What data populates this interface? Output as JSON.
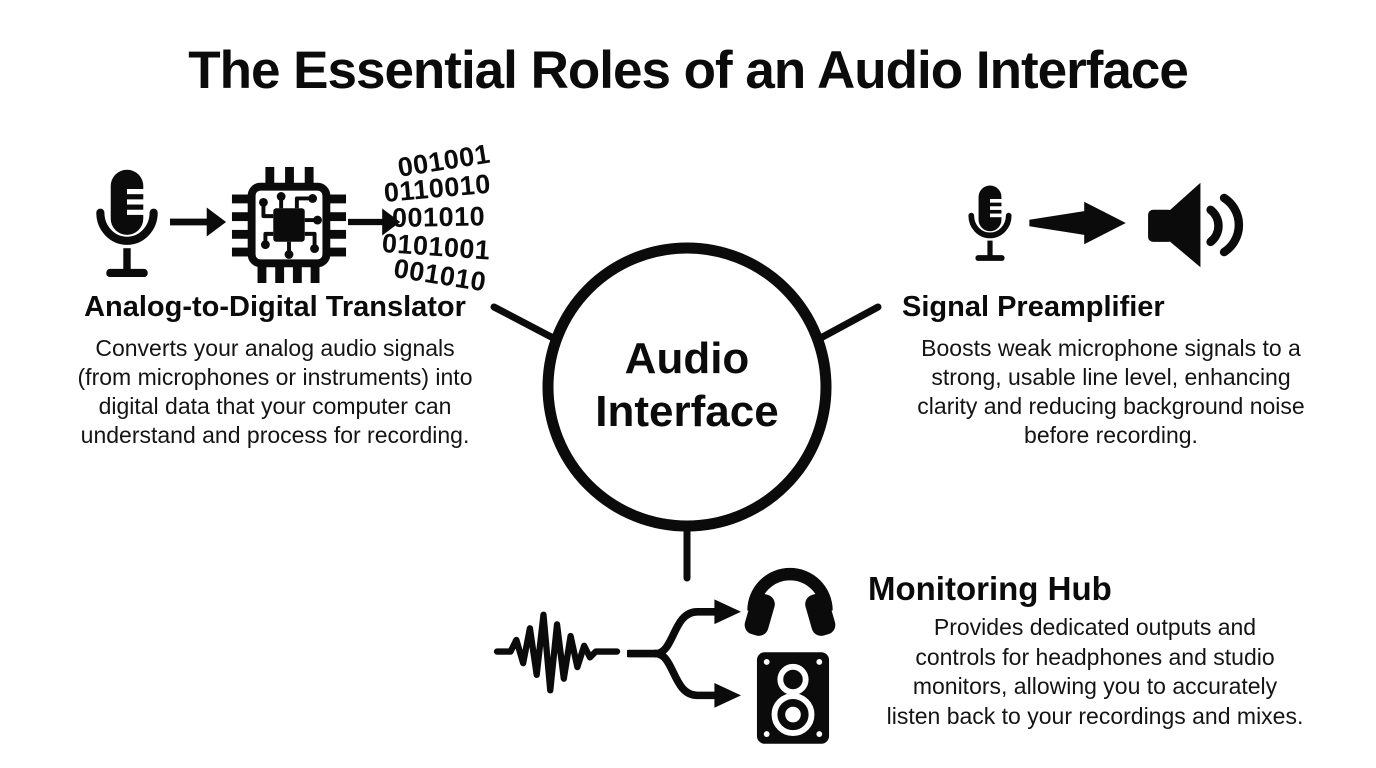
{
  "title": "The Essential Roles of an Audio Interface",
  "center_node": {
    "line1": "Audio",
    "line2": "Interface"
  },
  "sections": {
    "adc": {
      "heading": "Analog-to-Digital Translator",
      "body_lines": [
        "Converts your analog audio signals",
        "(from microphones or instruments) into",
        "digital data that your computer can",
        "understand and process for recording."
      ],
      "binary_rows": [
        "001001",
        "0110010",
        "001010",
        "0101001",
        "001010"
      ],
      "icons": [
        "microphone-icon",
        "arrow-right-icon",
        "processor-chip-icon",
        "arrow-right-icon",
        "binary-data-icon"
      ]
    },
    "preamp": {
      "heading": "Signal Preamplifier",
      "body_lines": [
        "Boosts weak microphone signals to a",
        "strong, usable line level, enhancing",
        "clarity and reducing background noise",
        "before recording."
      ],
      "icons": [
        "microphone-icon",
        "amplify-arrow-icon",
        "loudspeaker-icon"
      ]
    },
    "monitoring": {
      "heading": "Monitoring Hub",
      "body_lines": [
        "Provides dedicated outputs and",
        "controls for headphones and studio",
        "monitors, allowing you to accurately",
        "listen back to your recordings and mixes."
      ],
      "icons": [
        "waveform-icon",
        "split-arrows-icon",
        "headphones-icon",
        "studio-monitor-icon"
      ]
    }
  },
  "colors": {
    "foreground": "#0b0b0b",
    "background": "#ffffff"
  }
}
